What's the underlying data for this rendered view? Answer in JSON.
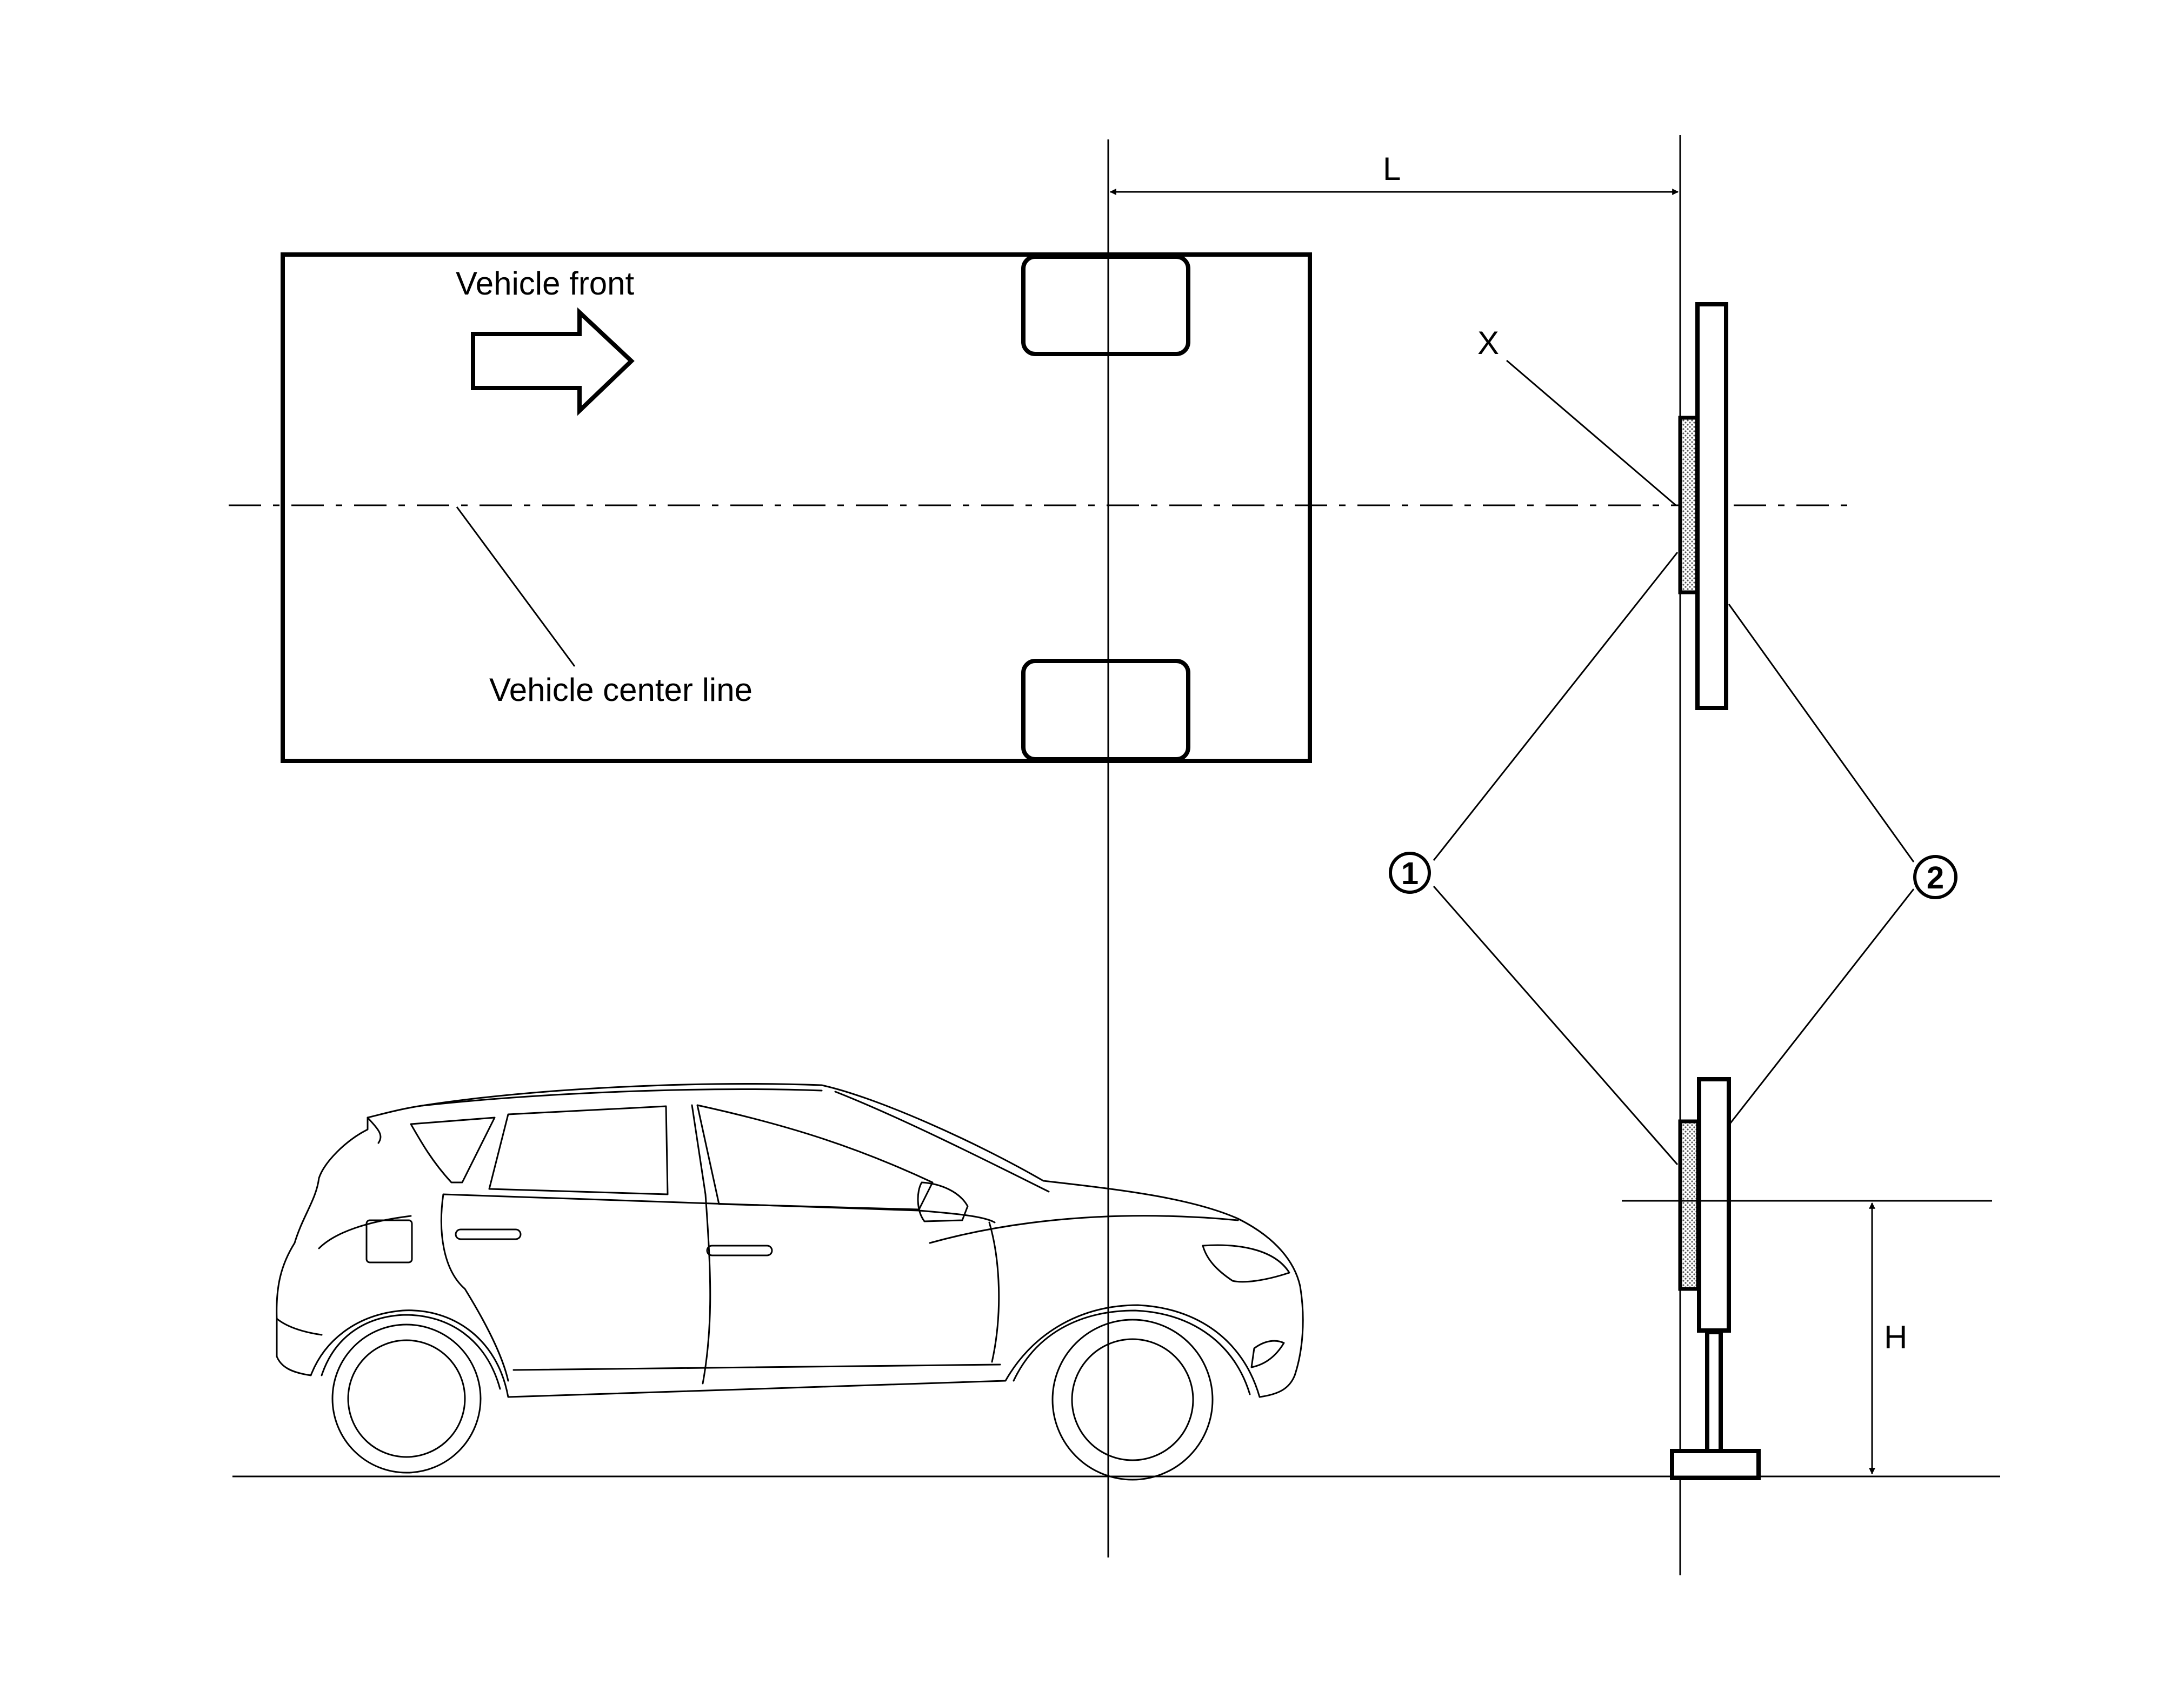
{
  "labels": {
    "vehicle_front": "Vehicle front",
    "vehicle_center_line": "Vehicle center line",
    "distance_l": "L",
    "height_h": "H",
    "target_x": "X",
    "callout_1": "1",
    "callout_2": "2"
  },
  "colors": {
    "line": "#000000",
    "background": "#ffffff",
    "target_fill": "#bdbdbd"
  }
}
